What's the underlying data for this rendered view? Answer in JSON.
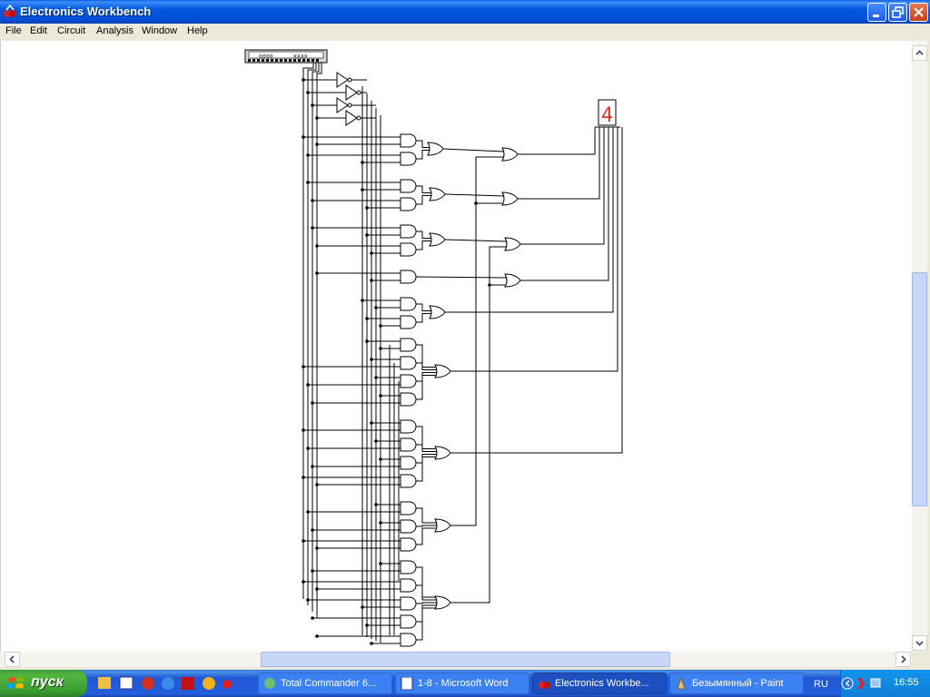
{
  "window": {
    "title": "Electronics Workbench"
  },
  "menu": [
    "File",
    "Edit",
    "Circuit",
    "Analysis",
    "Window",
    "Help"
  ],
  "circuit": {
    "word_generator_labels": [
      "oooo",
      "xxxx"
    ],
    "display_digit": "4",
    "display_color": "#e03020"
  },
  "taskbar": {
    "start_label": "пуск",
    "tasks": [
      {
        "label": "Total Commander 6...",
        "active": false
      },
      {
        "label": "1-8 - Microsoft Word",
        "active": false
      },
      {
        "label": "Electronics Workbe...",
        "active": true
      },
      {
        "label": "Безымянный - Paint",
        "active": false
      }
    ],
    "language": "RU",
    "clock": "16:55"
  }
}
